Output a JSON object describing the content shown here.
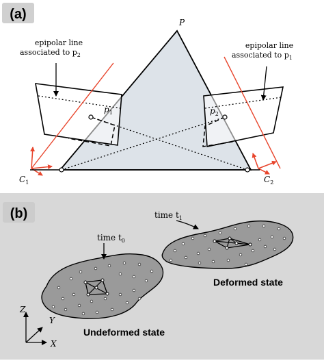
{
  "panel_a": {
    "tag": "(a)",
    "point_label": "P",
    "left_epipolar_line_1": "epipolar line",
    "left_epipolar_line_2": "associated to p",
    "left_epipolar_sub": "2",
    "right_epipolar_line_1": "epipolar line",
    "right_epipolar_line_2": "associated to p",
    "right_epipolar_sub": "1",
    "p1": "p",
    "p1_sub": "1",
    "p2": "p",
    "p2_sub": "2",
    "c1": "C",
    "c1_sub": "1",
    "c2": "C",
    "c2_sub": "2"
  },
  "panel_b": {
    "tag": "(b)",
    "time0": "time t",
    "time0_sub": "0",
    "time1": "time t",
    "time1_sub": "1",
    "undeformed": "Undeformed state",
    "deformed": "Deformed state",
    "axis_x": "X",
    "axis_y": "Y",
    "axis_z": "Z"
  },
  "colors": {
    "panel_bg": "#d8d8d8",
    "tag_bg": "#d0d0d0",
    "triangle_fill": "#dde3e9",
    "red": "#e8452c",
    "blob_fill": "#9a9a9a"
  }
}
